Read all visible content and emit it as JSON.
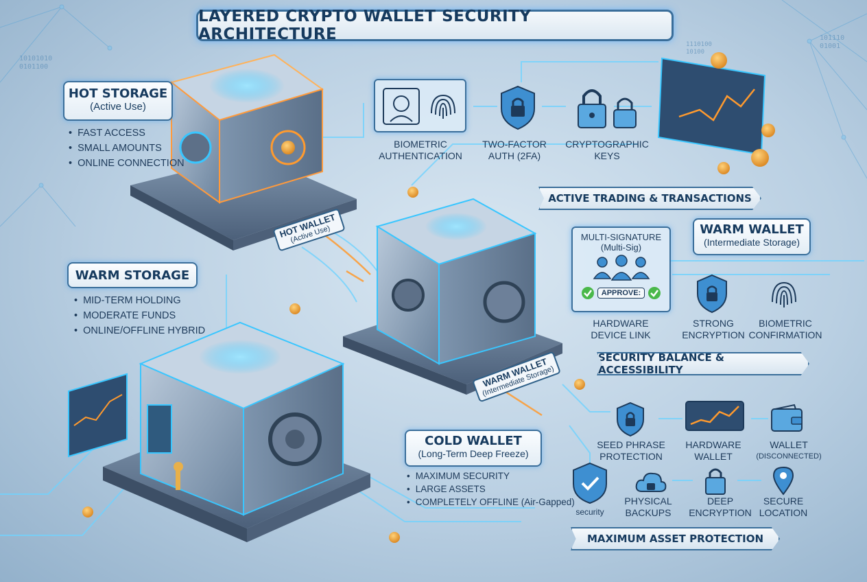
{
  "title": "LAYERED CRYPTO WALLET SECURITY ARCHITECTURE",
  "hot_storage": {
    "title": "HOT STORAGE",
    "subtitle": "(Active Use)",
    "bullets": [
      "FAST ACCESS",
      "SMALL AMOUNTS",
      "ONLINE CONNECTION"
    ]
  },
  "warm_storage": {
    "title": "WARM STORAGE",
    "bullets": [
      "MID-TERM HOLDING",
      "MODERATE FUNDS",
      "ONLINE/OFFLINE HYBRID"
    ]
  },
  "cold_wallet": {
    "title": "COLD WALLET",
    "subtitle": "(Long-Term Deep Freeze)",
    "bullets": [
      "MAXIMUM SECURITY",
      "LARGE ASSETS",
      "COMPLETELY OFFLINE (Air-Gapped)"
    ]
  },
  "hot_tag": {
    "title": "HOT WALLET",
    "subtitle": "(Active Use)"
  },
  "warm_tag": {
    "title": "WARM WALLET",
    "subtitle": "(Intermediate Storage)"
  },
  "hot_features": [
    {
      "line1": "BIOMETRIC",
      "line2": "AUTHENTICATION",
      "icon": "face-fingerprint-icon"
    },
    {
      "line1": "TWO-FACTOR",
      "line2": "AUTH (2FA)",
      "icon": "shield-lock-icon"
    },
    {
      "line1": "CRYPTOGRAPHIC",
      "line2": "KEYS",
      "icon": "padlocks-icon"
    }
  ],
  "banners": {
    "active": "ACTIVE TRADING & TRANSACTIONS",
    "balance": "SECURITY BALANCE & ACCESSIBILITY",
    "protection": "MAXIMUM ASSET PROTECTION"
  },
  "warm_wallet_box": {
    "title": "WARM WALLET",
    "subtitle": "(Intermediate Storage)"
  },
  "multisig": {
    "line1": "MULTI-SIGNATURE",
    "line2": "(Multi-Sig)",
    "approve": "APPROVE:"
  },
  "warm_features": [
    {
      "line1": "HARDWARE",
      "line2": "DEVICE LINK"
    },
    {
      "line1": "STRONG",
      "line2": "ENCRYPTION"
    },
    {
      "line1": "BIOMETRIC",
      "line2": "CONFIRMATION"
    }
  ],
  "cold_features_top": [
    {
      "line1": "SEED PHRASE",
      "line2": "PROTECTION"
    },
    {
      "line1": "HARDWARE",
      "line2": "WALLET"
    },
    {
      "line1": "WALLET",
      "line2": "(DISCONNECTED)"
    }
  ],
  "cold_features_bottom": [
    {
      "line1": "security",
      "line2": ""
    },
    {
      "line1": "PHYSICAL",
      "line2": "BACKUPS"
    },
    {
      "line1": "DEEP",
      "line2": "ENCRYPTION"
    },
    {
      "line1": "SECURE",
      "line2": "LOCATION"
    }
  ],
  "binary_text": [
    "10101010",
    "0101100",
    "101110",
    "01001",
    "1110100",
    "10100"
  ],
  "colors": {
    "accent_cyan": "#39c6ff",
    "accent_orange": "#ff9a2e",
    "box_border": "#3a6e9a",
    "safe_body": "#8ea6bf",
    "check_green": "#4ab84a",
    "coin_gold": "#f0a23a"
  }
}
